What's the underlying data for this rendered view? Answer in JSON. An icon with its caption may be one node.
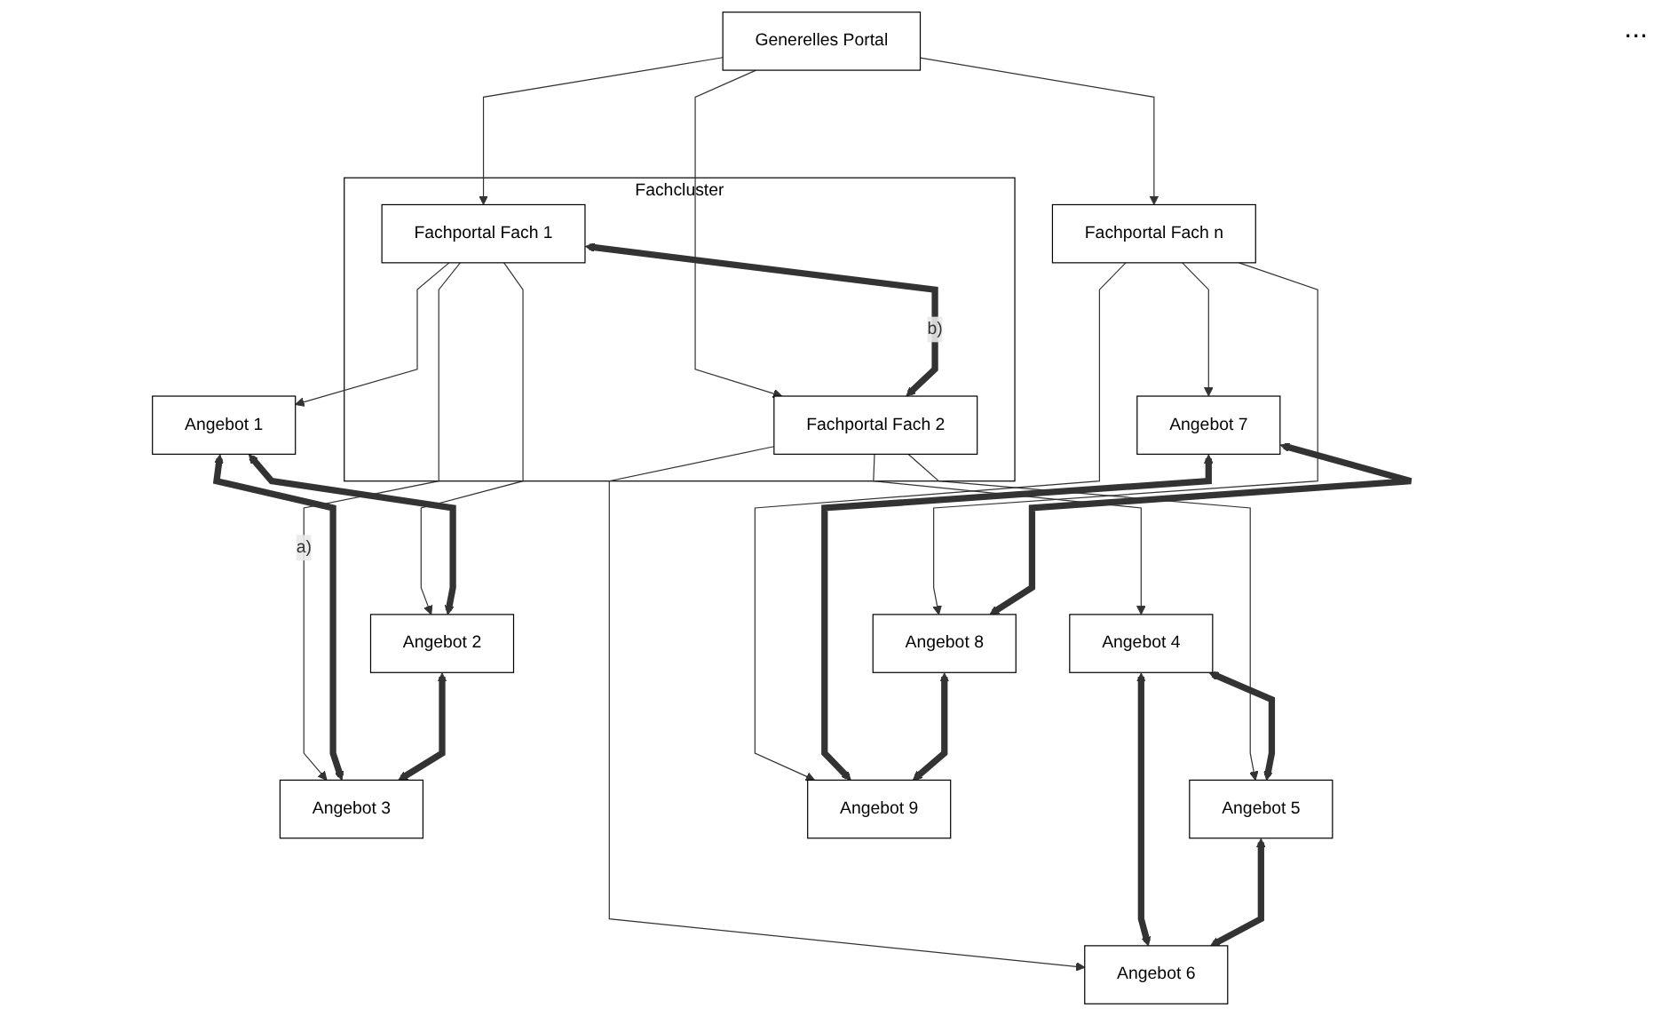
{
  "diagram": {
    "nodes": [
      {
        "text": [
          "Generelles Portal"
        ]
      },
      {
        "text": [
          "Fachcluster"
        ]
      },
      {
        "text": [
          "Fachportal Fach 1"
        ],
        "in": 1
      },
      {
        "text": [
          "Fachportal Fach 2"
        ],
        "in": 1
      },
      {
        "text": [
          "Fachportal Fach n"
        ]
      },
      {
        "text": [
          "Angebot 1"
        ]
      },
      {
        "text": [
          "Angebot 2"
        ]
      },
      {
        "text": [
          "Angebot 3"
        ]
      },
      {
        "text": [
          "Angebot 4"
        ]
      },
      {
        "text": [
          "Angebot 5"
        ]
      },
      {
        "text": [
          "Angebot 6"
        ]
      },
      {
        "text": [
          "Angebot 7"
        ]
      },
      {
        "text": [
          "Angebot 8"
        ]
      },
      {
        "text": [
          "Angebot 9"
        ]
      }
    ],
    "edges": [
      {
        "from": 0,
        "to": 2,
        "arrow": "to"
      },
      {
        "from": 0,
        "to": 3,
        "arrow": "to"
      },
      {
        "from": 0,
        "to": 4,
        "arrow": "to"
      },
      {
        "from": 2,
        "to": 3,
        "arrow": "both",
        "label": "b)",
        "style": "thick"
      },
      {
        "from": 2,
        "to": 5,
        "arrow": "to"
      },
      {
        "from": 2,
        "to": 7,
        "arrow": "to",
        "label": "a)"
      },
      {
        "from": 2,
        "to": 6,
        "arrow": "to"
      },
      {
        "from": 3,
        "to": 8,
        "arrow": "to"
      },
      {
        "from": 3,
        "to": 10,
        "arrow": "to"
      },
      {
        "from": 3,
        "to": 9,
        "arrow": "to"
      },
      {
        "from": 4,
        "to": 11,
        "arrow": "to"
      },
      {
        "from": 4,
        "to": 13,
        "arrow": "to"
      },
      {
        "from": 4,
        "to": 12,
        "arrow": "to"
      },
      {
        "from": 5,
        "to": 6,
        "arrow": "both",
        "style": "thick"
      },
      {
        "from": 5,
        "to": 7,
        "arrow": "both",
        "style": "thick"
      },
      {
        "from": 6,
        "to": 7,
        "arrow": "both",
        "style": "thick"
      },
      {
        "from": 8,
        "to": 9,
        "arrow": "both",
        "style": "thick"
      },
      {
        "from": 8,
        "to": 10,
        "arrow": "both",
        "style": "thick"
      },
      {
        "from": 9,
        "to": 10,
        "arrow": "both",
        "style": "thick"
      },
      {
        "from": 11,
        "to": 12,
        "arrow": "both",
        "style": "thick"
      },
      {
        "from": 11,
        "to": 13,
        "arrow": "both",
        "style": "thick"
      },
      {
        "from": 12,
        "to": 13,
        "arrow": "both",
        "style": "thick"
      }
    ],
    "labels": [
      "..."
    ]
  }
}
